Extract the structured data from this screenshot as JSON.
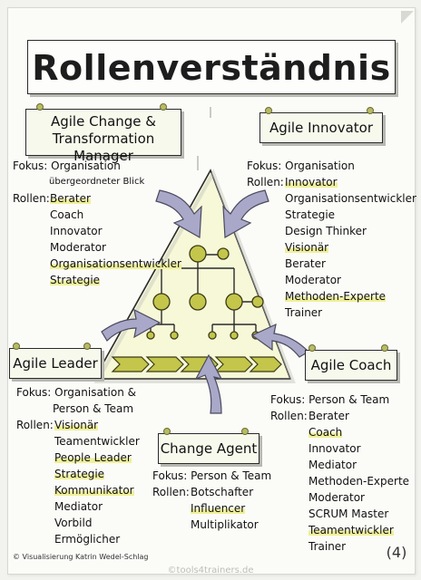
{
  "title": "Rollenverständnis",
  "colors": {
    "olive": "#c3c64a",
    "olive_dark": "#6d6f2a",
    "arrow": "#a9a8c8",
    "highlight": "#eff09a"
  },
  "roles": {
    "change_manager": {
      "title_line1": "Agile Change &",
      "title_line2": "Transformation Manager",
      "fokus_label": "Fokus:",
      "fokus_value": "Organisation",
      "fokus_sub": "übergeordneter Blick",
      "rollen_label": "Rollen:",
      "items": [
        "Berater",
        "Coach",
        "Innovator",
        "Moderator",
        "Organisationsentwickler",
        "Strategie"
      ]
    },
    "innovator": {
      "title": "Agile Innovator",
      "fokus_label": "Fokus:",
      "fokus_value": "Organisation",
      "rollen_label": "Rollen:",
      "items": [
        "Innovator",
        "Organisationsentwickler",
        "Strategie",
        "Design Thinker",
        "Visionär",
        "Berater",
        "Moderator",
        "Methoden-Experte",
        "Trainer"
      ]
    },
    "leader": {
      "title": "Agile Leader",
      "fokus_label": "Fokus:",
      "fokus_line1": "Organisation &",
      "fokus_line2": "Person & Team",
      "rollen_label": "Rollen:",
      "items": [
        "Visionär",
        "Teamentwickler",
        "People Leader",
        "Strategie",
        "Kommunikator",
        "Mediator",
        "Vorbild",
        "Ermöglicher"
      ]
    },
    "coach": {
      "title": "Agile Coach",
      "fokus_label": "Fokus:",
      "fokus_value": "Person & Team",
      "rollen_label": "Rollen:",
      "items": [
        "Berater",
        "Coach",
        "Innovator",
        "Mediator",
        "Methoden-Experte",
        "Moderator",
        "SCRUM Master",
        "Teamentwickler",
        "Trainer"
      ]
    },
    "change_agent": {
      "title": "Change Agent",
      "fokus_label": "Fokus:",
      "fokus_value": "Person & Team",
      "rollen_label": "Rollen:",
      "items": [
        "Botschafter",
        "Influencer",
        "Multiplikator"
      ]
    }
  },
  "footer": {
    "credit": "© Visualisierung Katrin Wedel-Schlag",
    "watermark": "©tools4trainers.de",
    "page_number": "4"
  }
}
